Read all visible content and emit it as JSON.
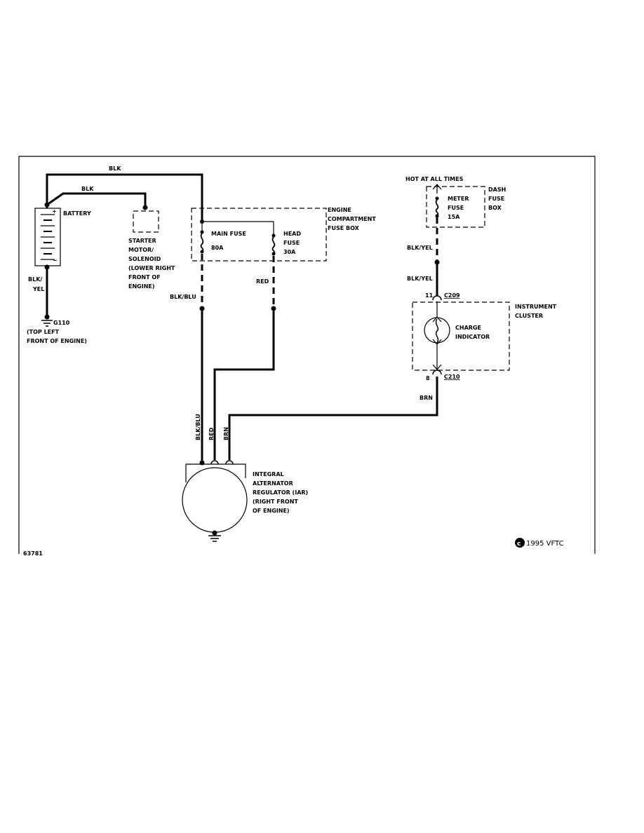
{
  "wires": {
    "blk_top": "BLK",
    "blk_starter": "BLK",
    "battery_ground": "BLK/\nYEL",
    "main_fuse_out": "BLK/BLU",
    "head_fuse_out": "RED",
    "meter_fuse_out": "BLK/YEL",
    "cluster_in": "BLK/YEL",
    "cluster_out": "BRN",
    "alt_blk_blu": "BLK/BLU",
    "alt_red": "RED",
    "alt_brn": "BRN"
  },
  "components": {
    "battery": "BATTERY",
    "battery_plus": "+",
    "battery_minus": "−",
    "starter": [
      "STARTER",
      "MOTOR/",
      "SOLENOID",
      "(LOWER RIGHT",
      "FRONT OF",
      "ENGINE)"
    ],
    "ground_g110": "G110",
    "ground_location": [
      "(TOP LEFT",
      "FRONT OF ENGINE)"
    ],
    "engine_fuse_box": [
      "ENGINE",
      "COMPARTMENT",
      "FUSE BOX"
    ],
    "main_fuse": [
      "MAIN FUSE",
      "80A"
    ],
    "head_fuse": [
      "HEAD",
      "FUSE",
      "30A"
    ],
    "hot_at_all_times": "HOT AT ALL TIMES",
    "dash_fuse_box": [
      "DASH",
      "FUSE",
      "BOX"
    ],
    "meter_fuse": [
      "METER",
      "FUSE",
      "15A"
    ],
    "connector_c209": "C209",
    "pin_c209": "11",
    "instrument_cluster": [
      "INSTRUMENT",
      "CLUSTER"
    ],
    "charge_indicator": [
      "CHARGE",
      "INDICATOR"
    ],
    "connector_c210": "C210",
    "pin_c210": "8",
    "alternator": [
      "INTEGRAL",
      "ALTERNATOR",
      "REGULATOR (IAR)",
      "(RIGHT FRONT",
      "OF ENGINE)"
    ]
  },
  "figure_number": "63781",
  "copyright": "1995 VFTC"
}
